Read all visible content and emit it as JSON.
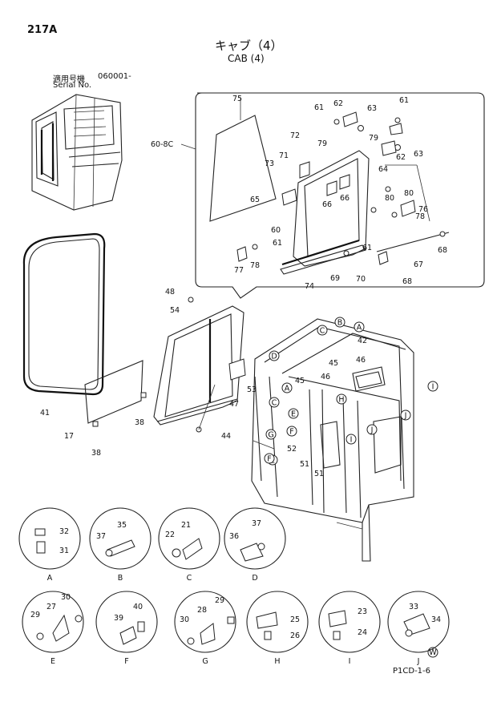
{
  "header": {
    "page_number": "217A",
    "title_ja": "キャブ（4）",
    "title_en": "CAB (4)",
    "serial_label_ja": "適用号機",
    "serial_value": "060001-",
    "serial_label_en": "Serial No."
  },
  "footer": {
    "code": "P1CD-1-6",
    "mark": "W"
  },
  "inset_callouts": [
    "75",
    "61",
    "62",
    "63",
    "61",
    "60-8C",
    "72",
    "79",
    "79",
    "71",
    "73",
    "64",
    "62",
    "63",
    "65",
    "66",
    "66",
    "80",
    "80",
    "76",
    "78",
    "60",
    "61",
    "61",
    "77",
    "78",
    "74",
    "69",
    "70",
    "67",
    "68",
    "68"
  ],
  "main_callouts": [
    "48",
    "54",
    "41",
    "38",
    "17",
    "38",
    "53",
    "47",
    "44",
    "42",
    "45",
    "46",
    "45",
    "46",
    "52",
    "51",
    "51"
  ],
  "circle_letters": [
    "C",
    "B",
    "A",
    "D",
    "A",
    "C",
    "E",
    "H",
    "I",
    "F",
    "E",
    "I",
    "J",
    "J",
    "G",
    "F"
  ],
  "details": [
    {
      "letter": "A",
      "parts": [
        "32",
        "31"
      ]
    },
    {
      "letter": "B",
      "parts": [
        "37",
        "35"
      ]
    },
    {
      "letter": "C",
      "parts": [
        "22",
        "21"
      ]
    },
    {
      "letter": "D",
      "parts": [
        "36",
        "37"
      ]
    },
    {
      "letter": "E",
      "parts": [
        "29",
        "27",
        "30"
      ]
    },
    {
      "letter": "F",
      "parts": [
        "39",
        "40"
      ]
    },
    {
      "letter": "G",
      "parts": [
        "30",
        "28",
        "29"
      ]
    },
    {
      "letter": "H",
      "parts": [
        "25",
        "26"
      ]
    },
    {
      "letter": "I",
      "parts": [
        "23",
        "24"
      ]
    },
    {
      "letter": "J",
      "parts": [
        "33",
        "34"
      ]
    }
  ]
}
